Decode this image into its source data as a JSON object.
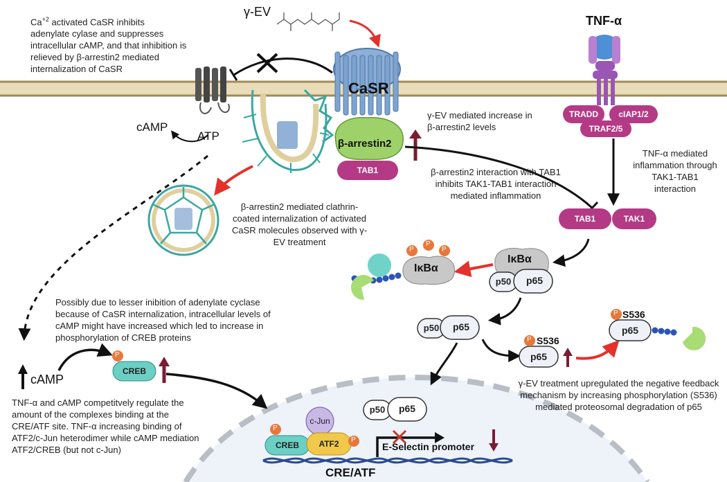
{
  "labels": {
    "gamma_ev": "γ-EV",
    "tnf_alpha": "TNF-α",
    "casr": "CaSR",
    "camp_top": "cAMP",
    "atp": "ATP",
    "beta_arrestin2": "β-arrestin2",
    "tab1": "TAB1",
    "tradd": "TRADD",
    "ciap": "cIAP1/2",
    "traf": "TRAF2/5",
    "tak1": "TAK1",
    "ikba": "IκBα",
    "p50": "p50",
    "p65": "p65",
    "p": "P",
    "s536": "S536",
    "creb": "CREB",
    "camp_bottom": "cAMP",
    "cjun": "c-Jun",
    "atf2": "ATF2",
    "eselectin": "E-Selectin promoter",
    "cre_atf": "CRE/ATF"
  },
  "annotations": {
    "ca_line1_pre": "Ca",
    "ca_sup": "+2",
    "ca_line1_post": " activated CaSR inhibits",
    "ca_rest": "adenylate cylase and suppresses intracellular cAMP, and that inhibition is relieved by β-arrestin2 mediated internalization of CaSR",
    "gamma_increase": "γ-EV mediated increase in β-arrestin2 levels",
    "tnf_mediated": "TNF-α mediated inflammation through TAK1-TAB1 interaction",
    "barr_interaction": "β-arrestin2 interaction with TAB1 inhibits TAK1-TAB1 interaction mediated inflammation",
    "internalization": "β-arrestin2 mediated clathrin-coated internalization of activated CaSR molecules observed with γ-EV treatment",
    "possibly": "Possibly due to lesser inibition of adenylate cyclase because of CaSR internalization, intracellular levels of cAMP might have increased which led to increase in phosphorylation of CREB proteins",
    "competitive": "TNF-α and cAMP competitvely regulate the amount of the complexes binding at the CRE/ATF site. TNF-α increasing binding of ATF2/c-Jun heterodimer while cAMP mediation ATF2/CREB (but not c-Jun)",
    "negative_feedback": "γ-EV treatment upregulated the negative feedback mechanism by increasing phosphorylation (S536) mediated proteosomal degradation of p65"
  },
  "colors": {
    "membrane": "#d9c38f",
    "membrane_line": "#a08a55",
    "casr": "#7fa3cf",
    "casr_dark": "#4f78aa",
    "barrestin": "#9fd16a",
    "tab1": "#b43a85",
    "maroon": "#7a1d33",
    "red_arrow": "#e4312b",
    "phospho": "#e8773a",
    "creb": "#6ccfc4",
    "atf2": "#f2c84b",
    "cjun": "#c9b8e6",
    "nucleus": "#eef3fa",
    "tnf": "#9a55b5",
    "p65_box": "#eef2f8",
    "gray_protein": "#c8c8c8",
    "dna": "#2a4a8f"
  }
}
